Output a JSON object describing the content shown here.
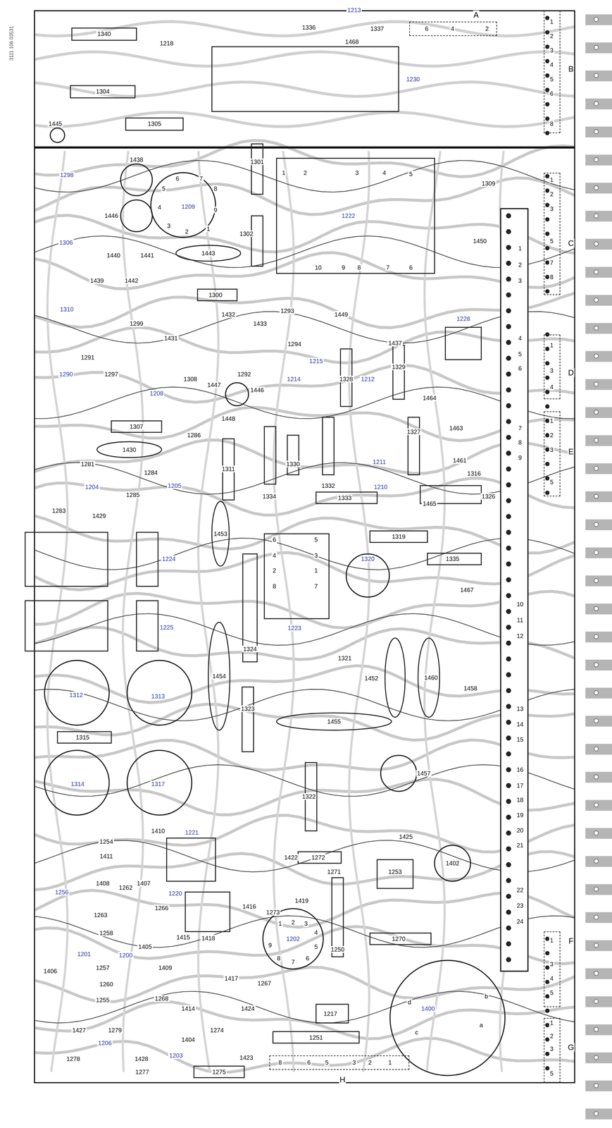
{
  "diagram": {
    "nodes": [
      {
        "text": [
          "A"
        ]
      },
      {
        "text": [
          "B"
        ]
      },
      {
        "text": [
          "C"
        ]
      },
      {
        "text": [
          "D"
        ]
      },
      {
        "text": [
          "E"
        ]
      },
      {
        "text": [
          "F"
        ]
      },
      {
        "text": [
          "G"
        ]
      },
      {
        "text": [
          "H"
        ]
      }
    ],
    "labels": [
      "3111 106 03531",
      "1340",
      "1213",
      "1336",
      "1337",
      "1468",
      "1218",
      "1304",
      "1230",
      "1305",
      "1445",
      "6",
      "4",
      "2",
      "1",
      "2",
      "3",
      "4",
      "5",
      "6",
      "8",
      "1298",
      "1438",
      "1209",
      "5",
      "6",
      "7",
      "8",
      "9",
      "1",
      "2",
      "3",
      "4",
      "1301",
      "1302",
      "1222",
      "1",
      "2",
      "3",
      "4",
      "5",
      "6",
      "7",
      "8",
      "9",
      "10",
      "1446",
      "1306",
      "1440",
      "1441",
      "1443",
      "1439",
      "1442",
      "1300",
      "1309",
      "1450",
      "1",
      "2",
      "3",
      "5",
      "7",
      "8",
      "1310",
      "1299",
      "1291",
      "1297",
      "1431",
      "1290",
      "1208",
      "1308",
      "1432",
      "1433",
      "1292",
      "1293",
      "1294",
      "1449",
      "1437",
      "1228",
      "1214",
      "1215",
      "1328",
      "1212",
      "1329",
      "1464",
      "1463",
      "1447",
      "1446",
      "1448",
      "1",
      "3",
      "4",
      "1",
      "2",
      "3",
      "5",
      "1307",
      "1286",
      "1430",
      "1281",
      "1204",
      "1284",
      "1205",
      "1285",
      "1283",
      "1429",
      "1311",
      "1334",
      "1330",
      "1332",
      "1211",
      "1327",
      "1210",
      "1461",
      "1316",
      "1333",
      "1326",
      "1465",
      "1224",
      "1225",
      "1453",
      "1223",
      "6",
      "5",
      "4",
      "3",
      "2",
      "1",
      "8",
      "7",
      "1319",
      "1320",
      "1335",
      "1467",
      "1324",
      "1454",
      "1321",
      "1452",
      "1460",
      "1458",
      "1312",
      "1313",
      "1323",
      "1455",
      "1315",
      "1314",
      "1317",
      "1322",
      "1457",
      "1410",
      "1221",
      "1254",
      "1411",
      "1425",
      "1402",
      "1422",
      "1272",
      "1271",
      "1253",
      "1408",
      "1262",
      "1407",
      "1256",
      "1220",
      "1266",
      "1263",
      "1419",
      "1273",
      "1416",
      "1202",
      "1",
      "2",
      "3",
      "4",
      "5",
      "6",
      "7",
      "8",
      "9",
      "1270",
      "1250",
      "1415",
      "1418",
      "1258",
      "1406",
      "1201",
      "1200",
      "1405",
      "1409",
      "1417",
      "1267",
      "1257",
      "1260",
      "1255",
      "1268",
      "1414",
      "1424",
      "1400",
      "1217",
      "1251",
      "1427",
      "1279",
      "1274",
      "1404",
      "1423",
      "1206",
      "1278",
      "1428",
      "1203",
      "1277",
      "1275",
      "1",
      "3",
      "4",
      "5",
      "1",
      "2",
      "3",
      "5",
      "8",
      "6",
      "5",
      "3",
      "2",
      "1",
      "d",
      "b",
      "c",
      "a",
      "1",
      "2",
      "3",
      "4",
      "5",
      "6",
      "7",
      "8",
      "9",
      "10",
      "11",
      "12",
      "13",
      "14",
      "15",
      "16",
      "17",
      "18",
      "19",
      "20",
      "21",
      "22",
      "23",
      "24"
    ]
  }
}
